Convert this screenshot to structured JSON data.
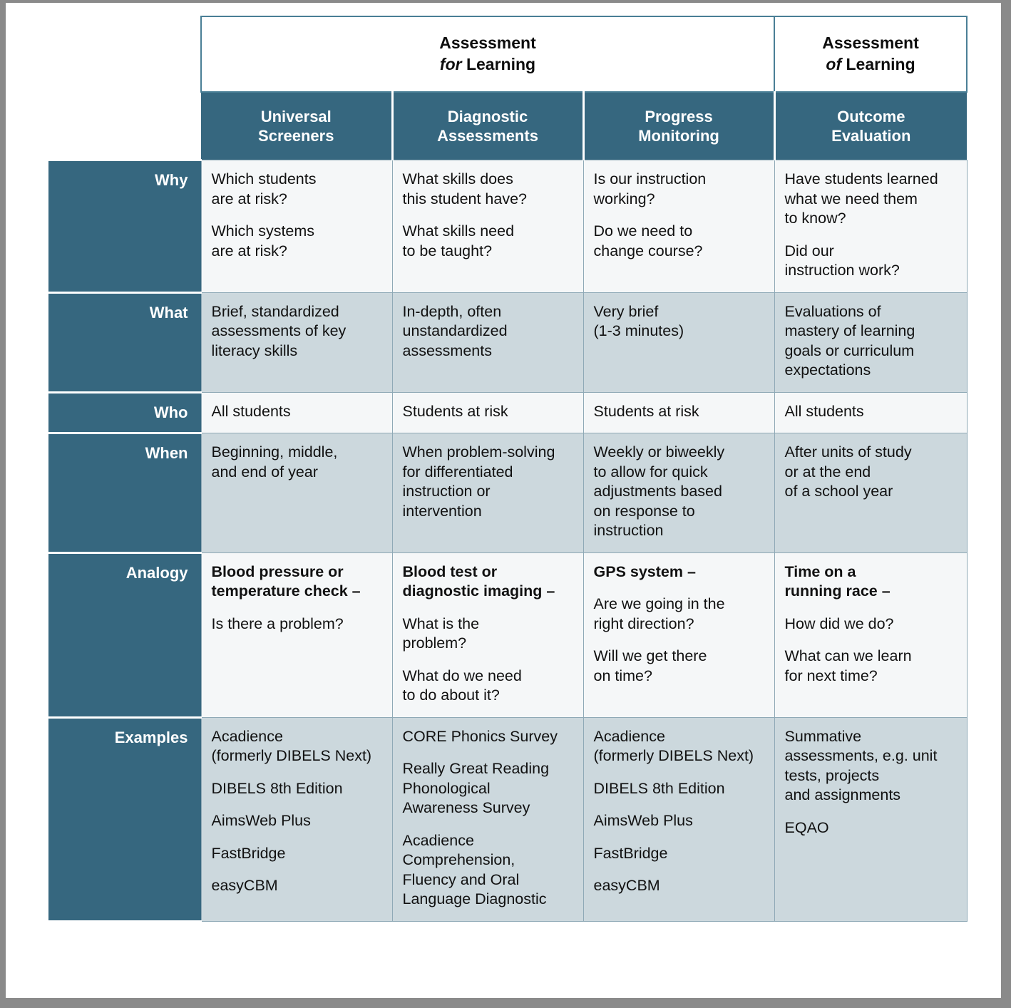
{
  "banner": {
    "for_learning_line1": "Assessment",
    "for_learning_em": "for",
    "for_learning_rest": "Learning",
    "of_learning_line1": "Assessment",
    "of_learning_em": "of",
    "of_learning_rest": "Learning"
  },
  "columns": [
    {
      "key": "universal_screeners",
      "label_line1": "Universal",
      "label_line2": "Screeners"
    },
    {
      "key": "diagnostic_assessments",
      "label_line1": "Diagnostic",
      "label_line2": "Assessments"
    },
    {
      "key": "progress_monitoring",
      "label_line1": "Progress",
      "label_line2": "Monitoring"
    },
    {
      "key": "outcome_evaluation",
      "label_line1": "Outcome",
      "label_line2": "Evaluation"
    }
  ],
  "rows": [
    {
      "label": "Why",
      "band": "light",
      "cells": {
        "universal_screeners": [
          {
            "text": "Which students\nare at risk?"
          },
          {
            "text": "Which systems\nare at risk?"
          }
        ],
        "diagnostic_assessments": [
          {
            "text": "What skills does\nthis student have?"
          },
          {
            "text": "What skills need\nto be taught?"
          }
        ],
        "progress_monitoring": [
          {
            "text": "Is our instruction\nworking?"
          },
          {
            "text": "Do we need to\nchange course?"
          }
        ],
        "outcome_evaluation": [
          {
            "text": "Have students learned\nwhat we need them\nto know?"
          },
          {
            "text": "Did our\ninstruction work?"
          }
        ]
      }
    },
    {
      "label": "What",
      "band": "blue",
      "cells": {
        "universal_screeners": [
          {
            "text": "Brief, standardized\nassessments of key\nliteracy skills"
          }
        ],
        "diagnostic_assessments": [
          {
            "text": "In-depth, often\nunstandardized\nassessments"
          }
        ],
        "progress_monitoring": [
          {
            "text": "Very brief\n(1-3 minutes)"
          }
        ],
        "outcome_evaluation": [
          {
            "text": "Evaluations of\nmastery of learning\ngoals or curriculum\nexpectations"
          }
        ]
      }
    },
    {
      "label": "Who",
      "band": "light",
      "cells": {
        "universal_screeners": [
          {
            "text": "All students"
          }
        ],
        "diagnostic_assessments": [
          {
            "text": "Students at risk"
          }
        ],
        "progress_monitoring": [
          {
            "text": "Students at risk"
          }
        ],
        "outcome_evaluation": [
          {
            "text": "All students"
          }
        ]
      }
    },
    {
      "label": "When",
      "band": "blue",
      "cells": {
        "universal_screeners": [
          {
            "text": "Beginning, middle,\nand end of year"
          }
        ],
        "diagnostic_assessments": [
          {
            "text": "When problem-solving\nfor differentiated\ninstruction or\nintervention"
          }
        ],
        "progress_monitoring": [
          {
            "text": "Weekly or biweekly\nto allow for quick\nadjustments based\non response to\ninstruction"
          }
        ],
        "outcome_evaluation": [
          {
            "text": "After units of study\nor at the end\nof a school year"
          }
        ]
      }
    },
    {
      "label": "Analogy",
      "band": "light",
      "cells": {
        "universal_screeners": [
          {
            "text": "Blood pressure or\ntemperature check –",
            "bold": true
          },
          {
            "text": "Is there a problem?"
          }
        ],
        "diagnostic_assessments": [
          {
            "text": "Blood test or\ndiagnostic imaging –",
            "bold": true
          },
          {
            "text": "What is the\nproblem?"
          },
          {
            "text": "What do we need\nto do about it?"
          }
        ],
        "progress_monitoring": [
          {
            "text": "GPS system –",
            "bold": true
          },
          {
            "text": "Are we going in the\nright direction?"
          },
          {
            "text": "Will we get there\non time?"
          }
        ],
        "outcome_evaluation": [
          {
            "text": "Time on a\nrunning race –",
            "bold": true
          },
          {
            "text": "How did we do?"
          },
          {
            "text": "What can we learn\nfor next time?"
          }
        ]
      }
    },
    {
      "label": "Examples",
      "band": "blue",
      "cells": {
        "universal_screeners": [
          {
            "text": "Acadience\n(formerly DIBELS Next)"
          },
          {
            "text": "DIBELS 8th Edition"
          },
          {
            "text": "AimsWeb Plus"
          },
          {
            "text": "FastBridge"
          },
          {
            "text": "easyCBM"
          }
        ],
        "diagnostic_assessments": [
          {
            "text": "CORE Phonics Survey"
          },
          {
            "text": "Really Great Reading\nPhonological\nAwareness Survey"
          },
          {
            "text": "Acadience\nComprehension,\nFluency and Oral\nLanguage Diagnostic"
          }
        ],
        "progress_monitoring": [
          {
            "text": "Acadience\n(formerly DIBELS Next)"
          },
          {
            "text": "DIBELS 8th Edition"
          },
          {
            "text": "AimsWeb Plus"
          },
          {
            "text": "FastBridge"
          },
          {
            "text": "easyCBM"
          }
        ],
        "outcome_evaluation": [
          {
            "text": "Summative\nassessments, e.g. unit\ntests, projects\nand assignments"
          },
          {
            "text": "EQAO"
          }
        ]
      }
    }
  ],
  "colors": {
    "header_teal": "#36677f",
    "band_light": "#f5f7f8",
    "band_blue": "#ccd8dd",
    "cell_border": "#8fa9b6",
    "banner_border": "#4a7f96",
    "page_frame": "#8a8a8a"
  }
}
